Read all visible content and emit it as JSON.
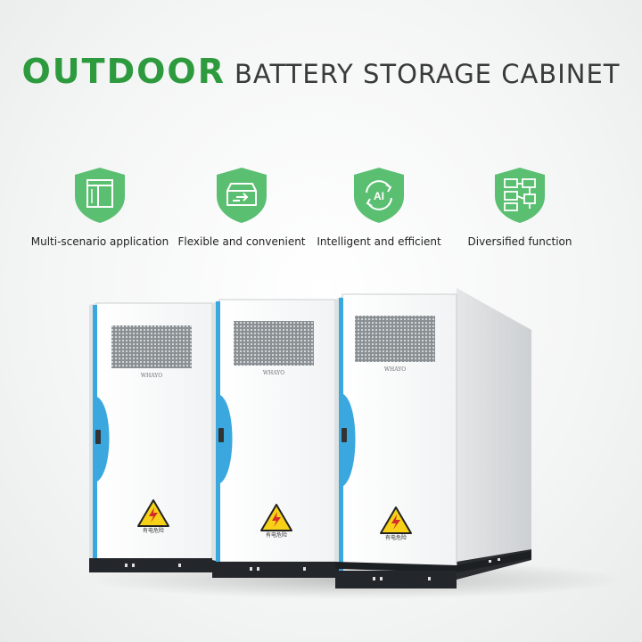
{
  "title": {
    "bold": "OUTDOOR",
    "light": "BATTERY STORAGE CABINET"
  },
  "features": [
    {
      "icon": "panel-icon",
      "label": "Multi-scenario application"
    },
    {
      "icon": "box-arrow-icon",
      "label": "Flexible and convenient"
    },
    {
      "icon": "ai-cycle-icon",
      "label": "Intelligent and efficient"
    },
    {
      "icon": "network-icon",
      "label": "Diversified function"
    }
  ],
  "cabinet": {
    "brand": "WHAYO",
    "warning_text": "有电危险"
  },
  "colors": {
    "green": "#2e9a3e",
    "shield": "#5bbf72",
    "accent_blue": "#3aa8df"
  }
}
